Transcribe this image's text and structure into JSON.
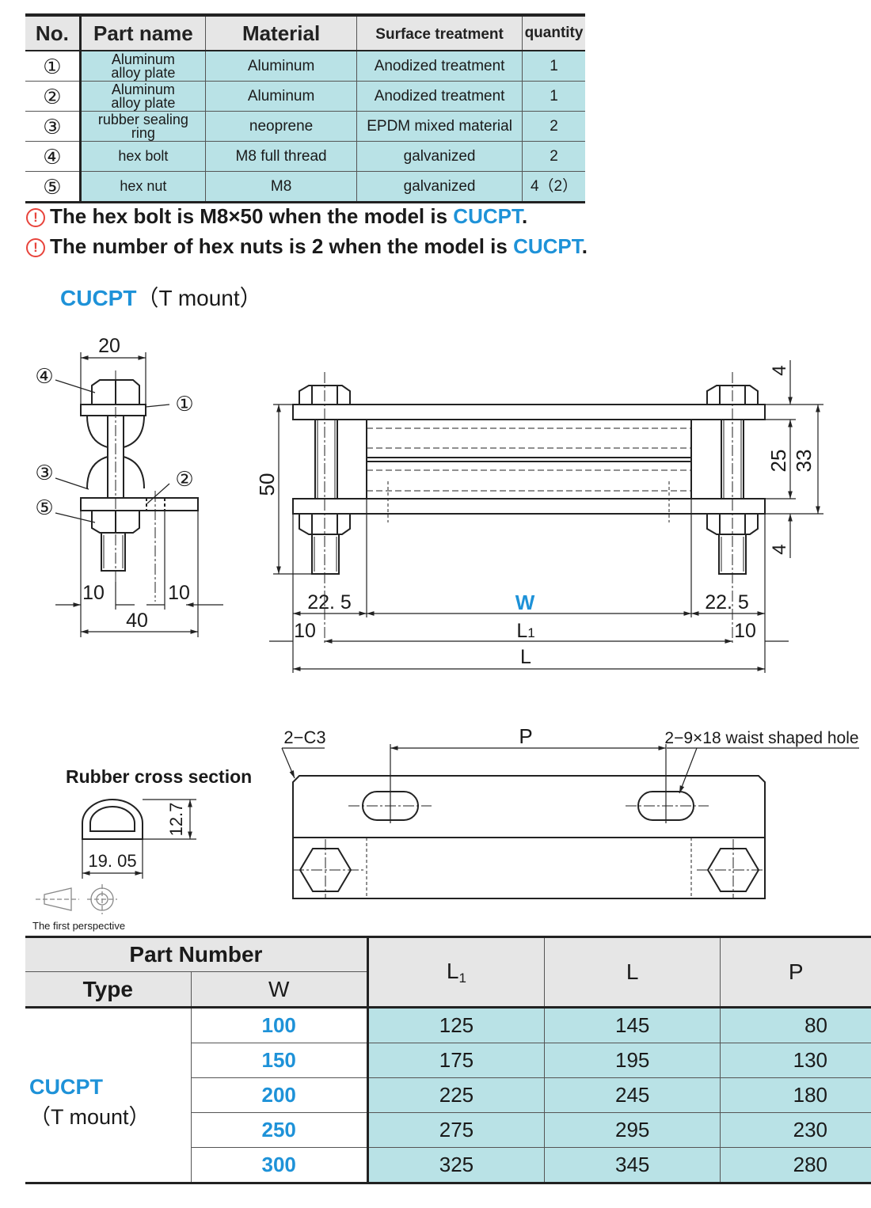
{
  "parts_table": {
    "headers": {
      "no": "No.",
      "part_name": "Part name",
      "material": "Material",
      "surface": "Surface treatment",
      "quantity": "quantity"
    },
    "rows": [
      {
        "no": "①",
        "part_name": [
          "Aluminum",
          "alloy plate"
        ],
        "material": "Aluminum",
        "surface": "Anodized treatment",
        "quantity": "1"
      },
      {
        "no": "②",
        "part_name": [
          "Aluminum",
          "alloy plate"
        ],
        "material": "Aluminum",
        "surface": "Anodized treatment",
        "quantity": "1"
      },
      {
        "no": "③",
        "part_name": [
          "rubber sealing",
          "ring"
        ],
        "material": "neoprene",
        "surface": "EPDM mixed material",
        "quantity": "2"
      },
      {
        "no": "④",
        "part_name": [
          "hex bolt"
        ],
        "material": "M8 full thread",
        "surface": "galvanized",
        "quantity": "2"
      },
      {
        "no": "⑤",
        "part_name": [
          "hex nut"
        ],
        "material": "M8",
        "surface": "galvanized",
        "quantity": "4（2）"
      }
    ]
  },
  "notes": [
    {
      "icon": "!",
      "text": "The hex bolt is M8×50 when the model is ",
      "model": "CUCPT",
      "end": "."
    },
    {
      "icon": "!",
      "text": "The number of hex nuts is 2 when the model is ",
      "model": "CUCPT",
      "end": "."
    }
  ],
  "model_heading": {
    "model": "CUCPT",
    "mount": "（T mount）"
  },
  "drawing": {
    "side": {
      "width_top": "20",
      "dim_10_left": "10",
      "dim_10_right": "10",
      "dim_40": "40",
      "callouts": [
        "④",
        "①",
        "③",
        "②",
        "⑤"
      ]
    },
    "front": {
      "height": "50",
      "dim_4_top": "4",
      "dim_25": "25",
      "dim_33": "33",
      "dim_4_bottom": "4",
      "dim_22_5_left": "22. 5",
      "dim_W": "W",
      "dim_22_5_right": "22. 5",
      "dim_10_left": "10",
      "dim_L1": "L",
      "dim_L1_sub": "1",
      "dim_10_right": "10",
      "dim_L": "L"
    },
    "top": {
      "chamfer": "2−C3",
      "pitch": "P",
      "hole": "2−9×18 waist shaped hole"
    },
    "rubber": {
      "title": "Rubber cross section",
      "height": "12.7",
      "width": "19. 05"
    },
    "projection": "The first perspective"
  },
  "size_table": {
    "header": {
      "part_number": "Part Number",
      "type": "Type",
      "w": "W",
      "l1": "L",
      "l1_sub": "1",
      "l": "L",
      "p": "P"
    },
    "type_model": "CUCPT",
    "type_mount": "（T mount）",
    "rows": [
      {
        "w": "100",
        "l1": "125",
        "l": "145",
        "p": "80"
      },
      {
        "w": "150",
        "l1": "175",
        "l": "195",
        "p": "130"
      },
      {
        "w": "200",
        "l1": "225",
        "l": "245",
        "p": "180"
      },
      {
        "w": "250",
        "l1": "275",
        "l": "295",
        "p": "230"
      },
      {
        "w": "300",
        "l1": "325",
        "l": "345",
        "p": "280"
      }
    ]
  },
  "colors": {
    "accent": "#1e92d8",
    "cell": "#b9e2e6",
    "header": "#e6e6e6",
    "warning": "#e8433b"
  }
}
